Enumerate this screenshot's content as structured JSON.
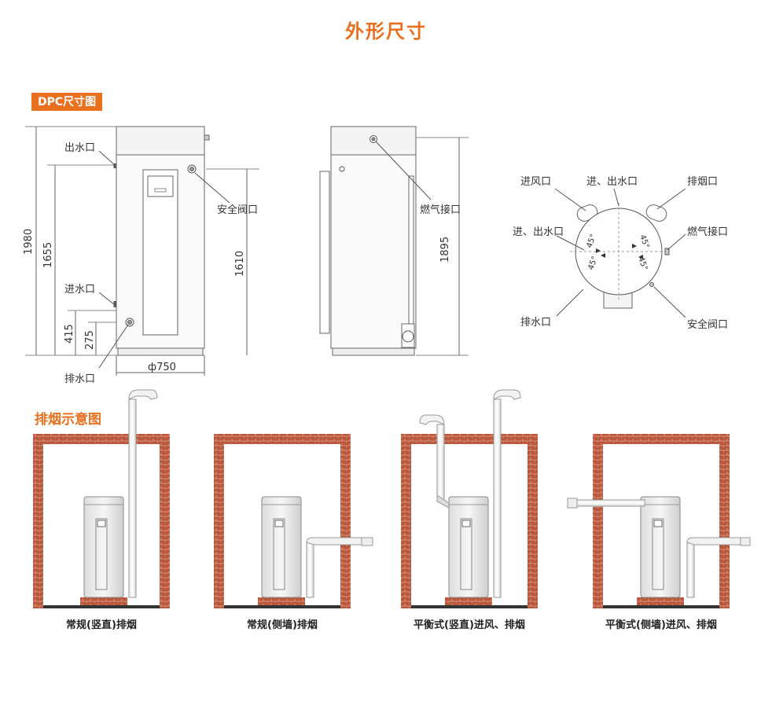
{
  "title": "外形尺寸",
  "dpc_tag": "DPC尺寸图",
  "front": {
    "outlet": "出水口",
    "inlet": "进水口",
    "drain": "排水口",
    "safety_valve": "安全阀口",
    "dim_1980": "1980",
    "dim_1655": "1655",
    "dim_1610": "1610",
    "dim_415": "415",
    "dim_275": "275",
    "dim_diameter": "ф750"
  },
  "side": {
    "gas_inlet": "燃气接口",
    "dim_1895": "1895"
  },
  "top": {
    "air_inlet": "进风口",
    "in_out_water_top": "进、出水口",
    "flue": "排烟口",
    "in_out_water_left": "进、出水口",
    "gas": "燃气接口",
    "drain": "排水口",
    "safety": "安全阀口",
    "angle": "45°"
  },
  "section2": "排烟示意图",
  "schemes": [
    {
      "label": "常规(竖直)排烟"
    },
    {
      "label": "常规(侧墙)排烟"
    },
    {
      "label": "平衡式(竖直)进风、排烟"
    },
    {
      "label": "平衡式(侧墙)进风、排烟"
    }
  ],
  "colors": {
    "accent": "#e8701f",
    "brick": "#b5533a",
    "line": "#444444"
  }
}
